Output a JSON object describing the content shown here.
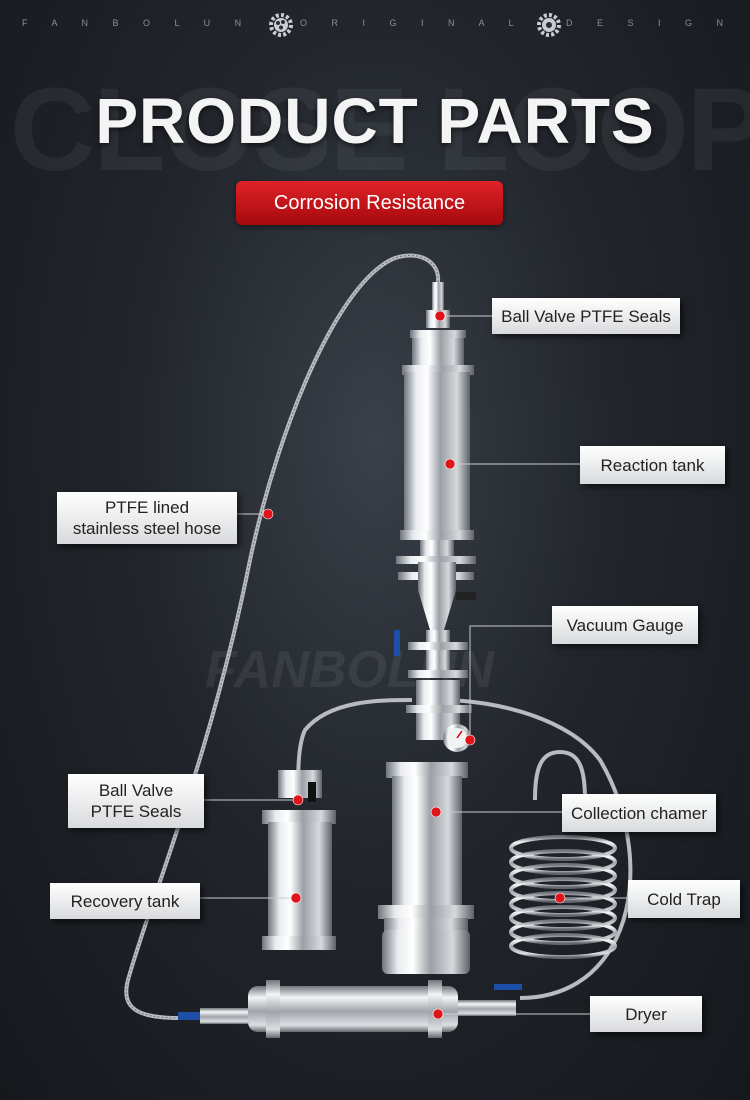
{
  "header": {
    "brand_left": "F A N B O L U N",
    "brand_mid": "O R I G I N A L",
    "brand_right": "D E S I G N",
    "ghost_text": "CLOSE LOOP",
    "title": "PRODUCT PARTS",
    "badge": "Corrosion Resistance",
    "badge_color": "#c8161c"
  },
  "watermark": "FANBOLUN",
  "icons": [
    "gear-icon",
    "gear-icon"
  ],
  "callouts": {
    "ball_valve_top": "Ball Valve PTFE Seals",
    "reaction_tank": "Reaction tank",
    "ptfe_hose_line1": "PTFE lined",
    "ptfe_hose_line2": "stainless steel hose",
    "vacuum_gauge": "Vacuum Gauge",
    "ball_valve_left_line1": "Ball Valve",
    "ball_valve_left_line2": "PTFE Seals",
    "collection": "Collection chamer",
    "recovery_tank": "Recovery tank",
    "cold_trap": "Cold Trap",
    "dryer": "Dryer"
  },
  "marker_color": "#e0141b"
}
